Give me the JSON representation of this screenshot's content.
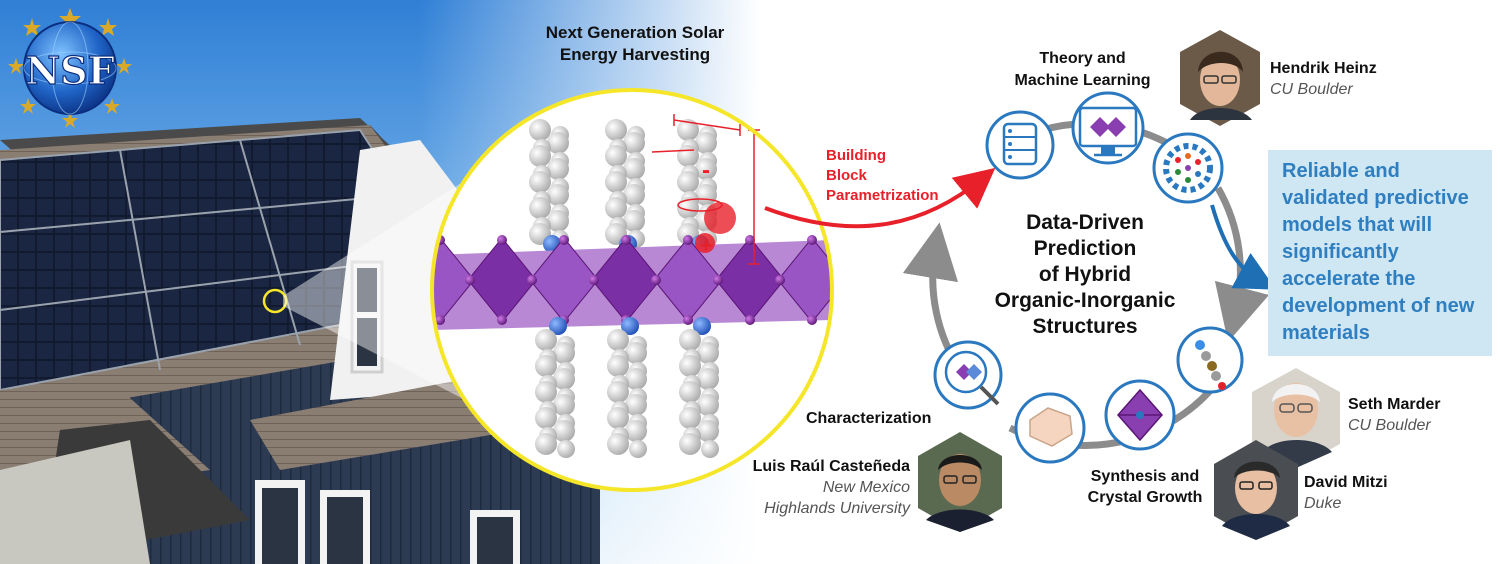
{
  "logo": {
    "text": "NSF"
  },
  "hero": {
    "title": "Next Generation Solar Energy Harvesting"
  },
  "arrow_label": {
    "lines": [
      "Building",
      "Block",
      "Parametrization"
    ]
  },
  "center_title": {
    "lines": [
      "Data-Driven",
      "Prediction",
      "of Hybrid",
      "Organic-Inorganic",
      "Structures"
    ]
  },
  "stages": {
    "theory": [
      "Theory and",
      "Machine Learning"
    ],
    "characterization": "Characterization",
    "synthesis": [
      "Synthesis and",
      "Crystal Growth"
    ]
  },
  "callout": {
    "lines": [
      "Reliable and",
      "validated predictive",
      "models that will",
      "significantly",
      "accelerate the",
      "development of new",
      "materials"
    ]
  },
  "people": {
    "heinz": {
      "name": "Hendrik Heinz",
      "affiliation": "CU Boulder"
    },
    "marder": {
      "name": "Seth Marder",
      "affiliation": "CU Boulder"
    },
    "mitzi": {
      "name": "David Mitzi",
      "affiliation": "Duke"
    },
    "luis": {
      "name": "Luis Raúl Casteñeda",
      "affiliation": [
        "New Mexico",
        "Highlands University"
      ]
    }
  },
  "molecule_charges": {
    "minus": "-",
    "plus": "+"
  },
  "colors": {
    "accent_red": "#e8202a",
    "accent_blue": "#1f6fb5",
    "callout_bg": "#cfe6f3",
    "callout_text": "#2f7fc0",
    "lens_ring": "#f5e62a",
    "octahedra": "#8a3fb0",
    "icon_ring": "#2a78bf",
    "cycle_arrow": "#8c8c8c"
  },
  "icons": [
    "database-icon",
    "monitor-crystal-icon",
    "neural-gear-icon",
    "molecule-icon",
    "octahedron-icon",
    "hexagon-crystal-icon",
    "magnifier-icon"
  ]
}
